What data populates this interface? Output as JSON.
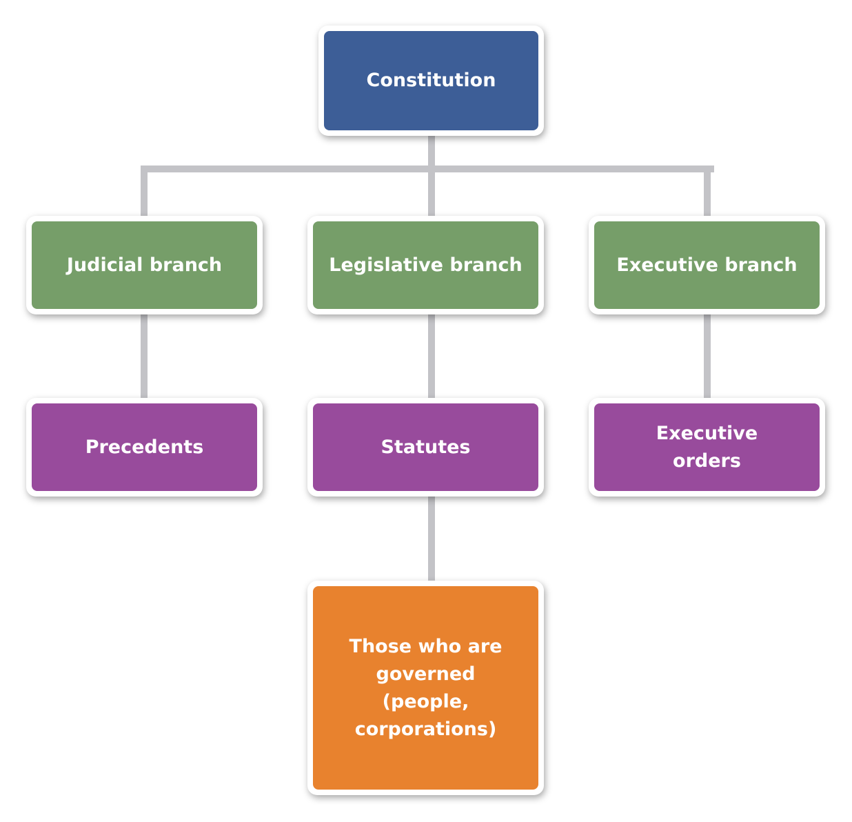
{
  "nodes": {
    "constitution": "Constitution",
    "judicial": "Judicial branch",
    "legislative": "Legislative branch",
    "executive": "Executive branch",
    "precedents": "Precedents",
    "statutes": "Statutes",
    "executive_orders": "Executive orders",
    "governed": "Those who are governed (people, corporations)"
  },
  "colors": {
    "constitution": "#3d5e97",
    "branch": "#769e69",
    "law": "#984b9c",
    "governed": "#e8822e",
    "connector": "#c3c3c7"
  }
}
